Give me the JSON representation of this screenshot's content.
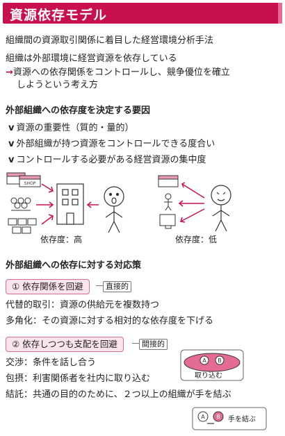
{
  "title": "資源依存モデル",
  "intro": {
    "line1": "組織間の資源取引関係に着目した経営環境分析手法",
    "line2": "組織は外部環境に経営資源を依存している",
    "arrow_glyph": "→",
    "line3a": "資源への依存関係をコントロールし、競争優位を確立",
    "line3b": "しようという考え方"
  },
  "factors": {
    "heading": "外部組織への依存度を決定する要因",
    "items": [
      "資源の重要性（質的・量的）",
      "外部組織が持つ資源をコントロールできる度合い",
      "コントロールする必要がある経営資源の集中度"
    ]
  },
  "illustration": {
    "shop_label": "SHOP",
    "high_label": "依存度：高",
    "low_label": "依存度：低",
    "person_letters": [
      "A",
      "B"
    ]
  },
  "responses": {
    "heading": "外部組織への依存に対する対応策",
    "pill1": "① 依存関係を回避",
    "tag1": "直接的",
    "r1": "代替的取引：資源の供給元を複数持つ",
    "r2": "多角化：その資源に対する相対的な依存度を下げる",
    "pill2": "② 依存しつつも支配を回避",
    "tag2": "間接的",
    "r3": "交渉：条件を話し合う",
    "r4": "包摂：利害関係者を社内に取り込む",
    "r5": "結託：共通の目的のために、２つ以上の組織が手を結ぶ",
    "absorb_label": "取り込む",
    "join_label": "手を結ぶ"
  },
  "colors": {
    "accent": "#c8104f",
    "pill_bg": "#fbe4ec"
  }
}
